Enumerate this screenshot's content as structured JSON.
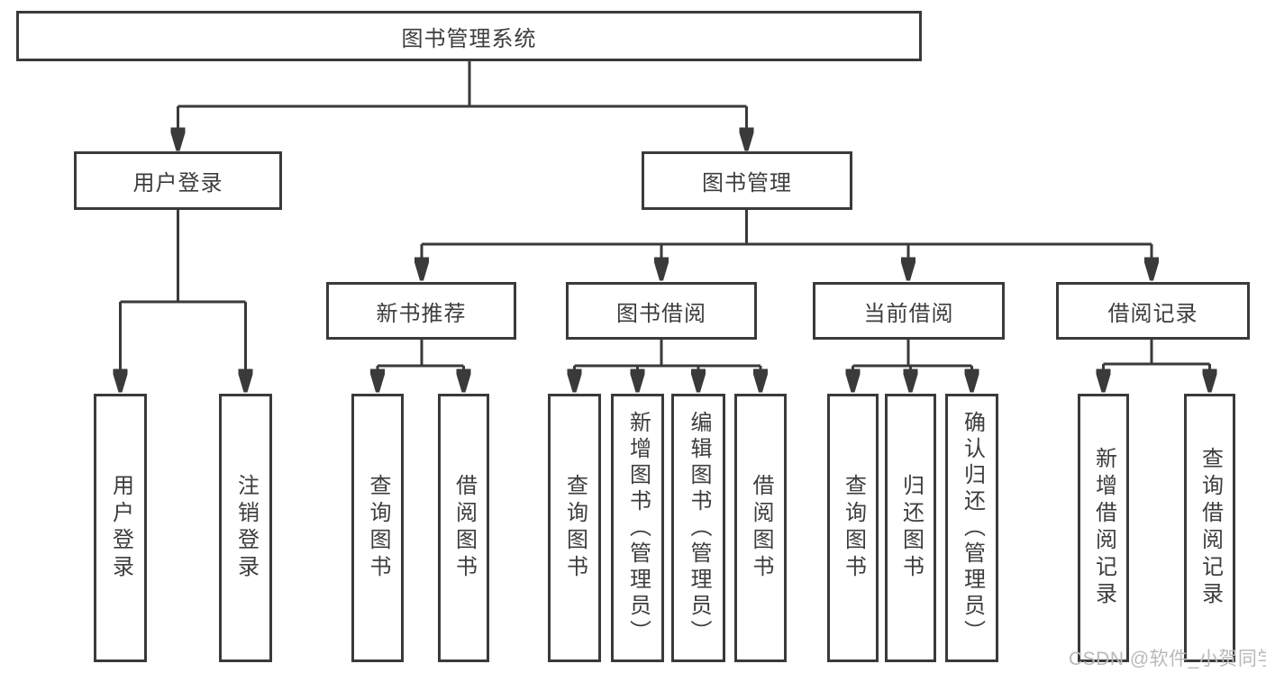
{
  "tree": {
    "label": "图书管理系统",
    "children": [
      {
        "label": "用户登录",
        "children": [
          {
            "label": "用户登录"
          },
          {
            "label": "注销登录"
          }
        ]
      },
      {
        "label": "图书管理",
        "children": [
          {
            "label": "新书推荐",
            "children": [
              {
                "label": "查询图书"
              },
              {
                "label": "借阅图书"
              }
            ]
          },
          {
            "label": "图书借阅",
            "children": [
              {
                "label": "查询图书"
              },
              {
                "label": "新增图书（管理员）"
              },
              {
                "label": "编辑图书（管理员）"
              },
              {
                "label": "借阅图书"
              }
            ]
          },
          {
            "label": "当前借阅",
            "children": [
              {
                "label": "查询图书"
              },
              {
                "label": "归还图书"
              },
              {
                "label": "确认归还（管理员）"
              }
            ]
          },
          {
            "label": "借阅记录",
            "children": [
              {
                "label": "新增借阅记录"
              },
              {
                "label": "查询借阅记录"
              }
            ]
          }
        ]
      }
    ]
  },
  "watermark": "CSDN @软件_小贺同学",
  "colors": {
    "line": "#3a3a3a",
    "text": "#3d3d3d",
    "watermark": "#b9b9b9",
    "background": "#ffffff"
  }
}
